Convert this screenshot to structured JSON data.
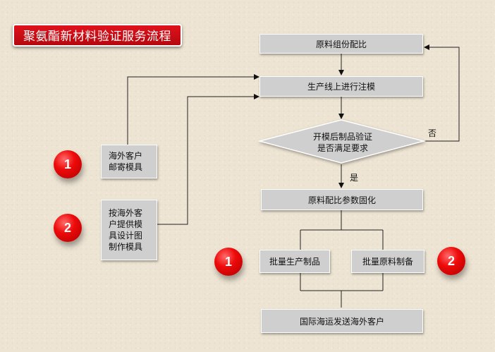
{
  "title": "聚氨酯新材料验证服务流程",
  "steps": {
    "ratio": "原料组份配比",
    "injection": "生产线上进行注模",
    "decision_line1": "开模后制品验证",
    "decision_line2": "是否满足要求",
    "fix": "原料配比参数固化",
    "batch_product": "批量生产制品",
    "batch_material": "批量原料制备",
    "ship": "国际海运发送海外客户"
  },
  "labels": {
    "no": "否",
    "yes": "是"
  },
  "side": {
    "option1": "海外客户\n邮寄模具",
    "option2": "按海外客\n户提供模\n具设计图\n制作模具"
  },
  "badges": {
    "one": "1",
    "two": "2"
  },
  "colors": {
    "banner": "#d8101a",
    "box": "#cfcfcf",
    "badge": "#ee0a0a"
  }
}
